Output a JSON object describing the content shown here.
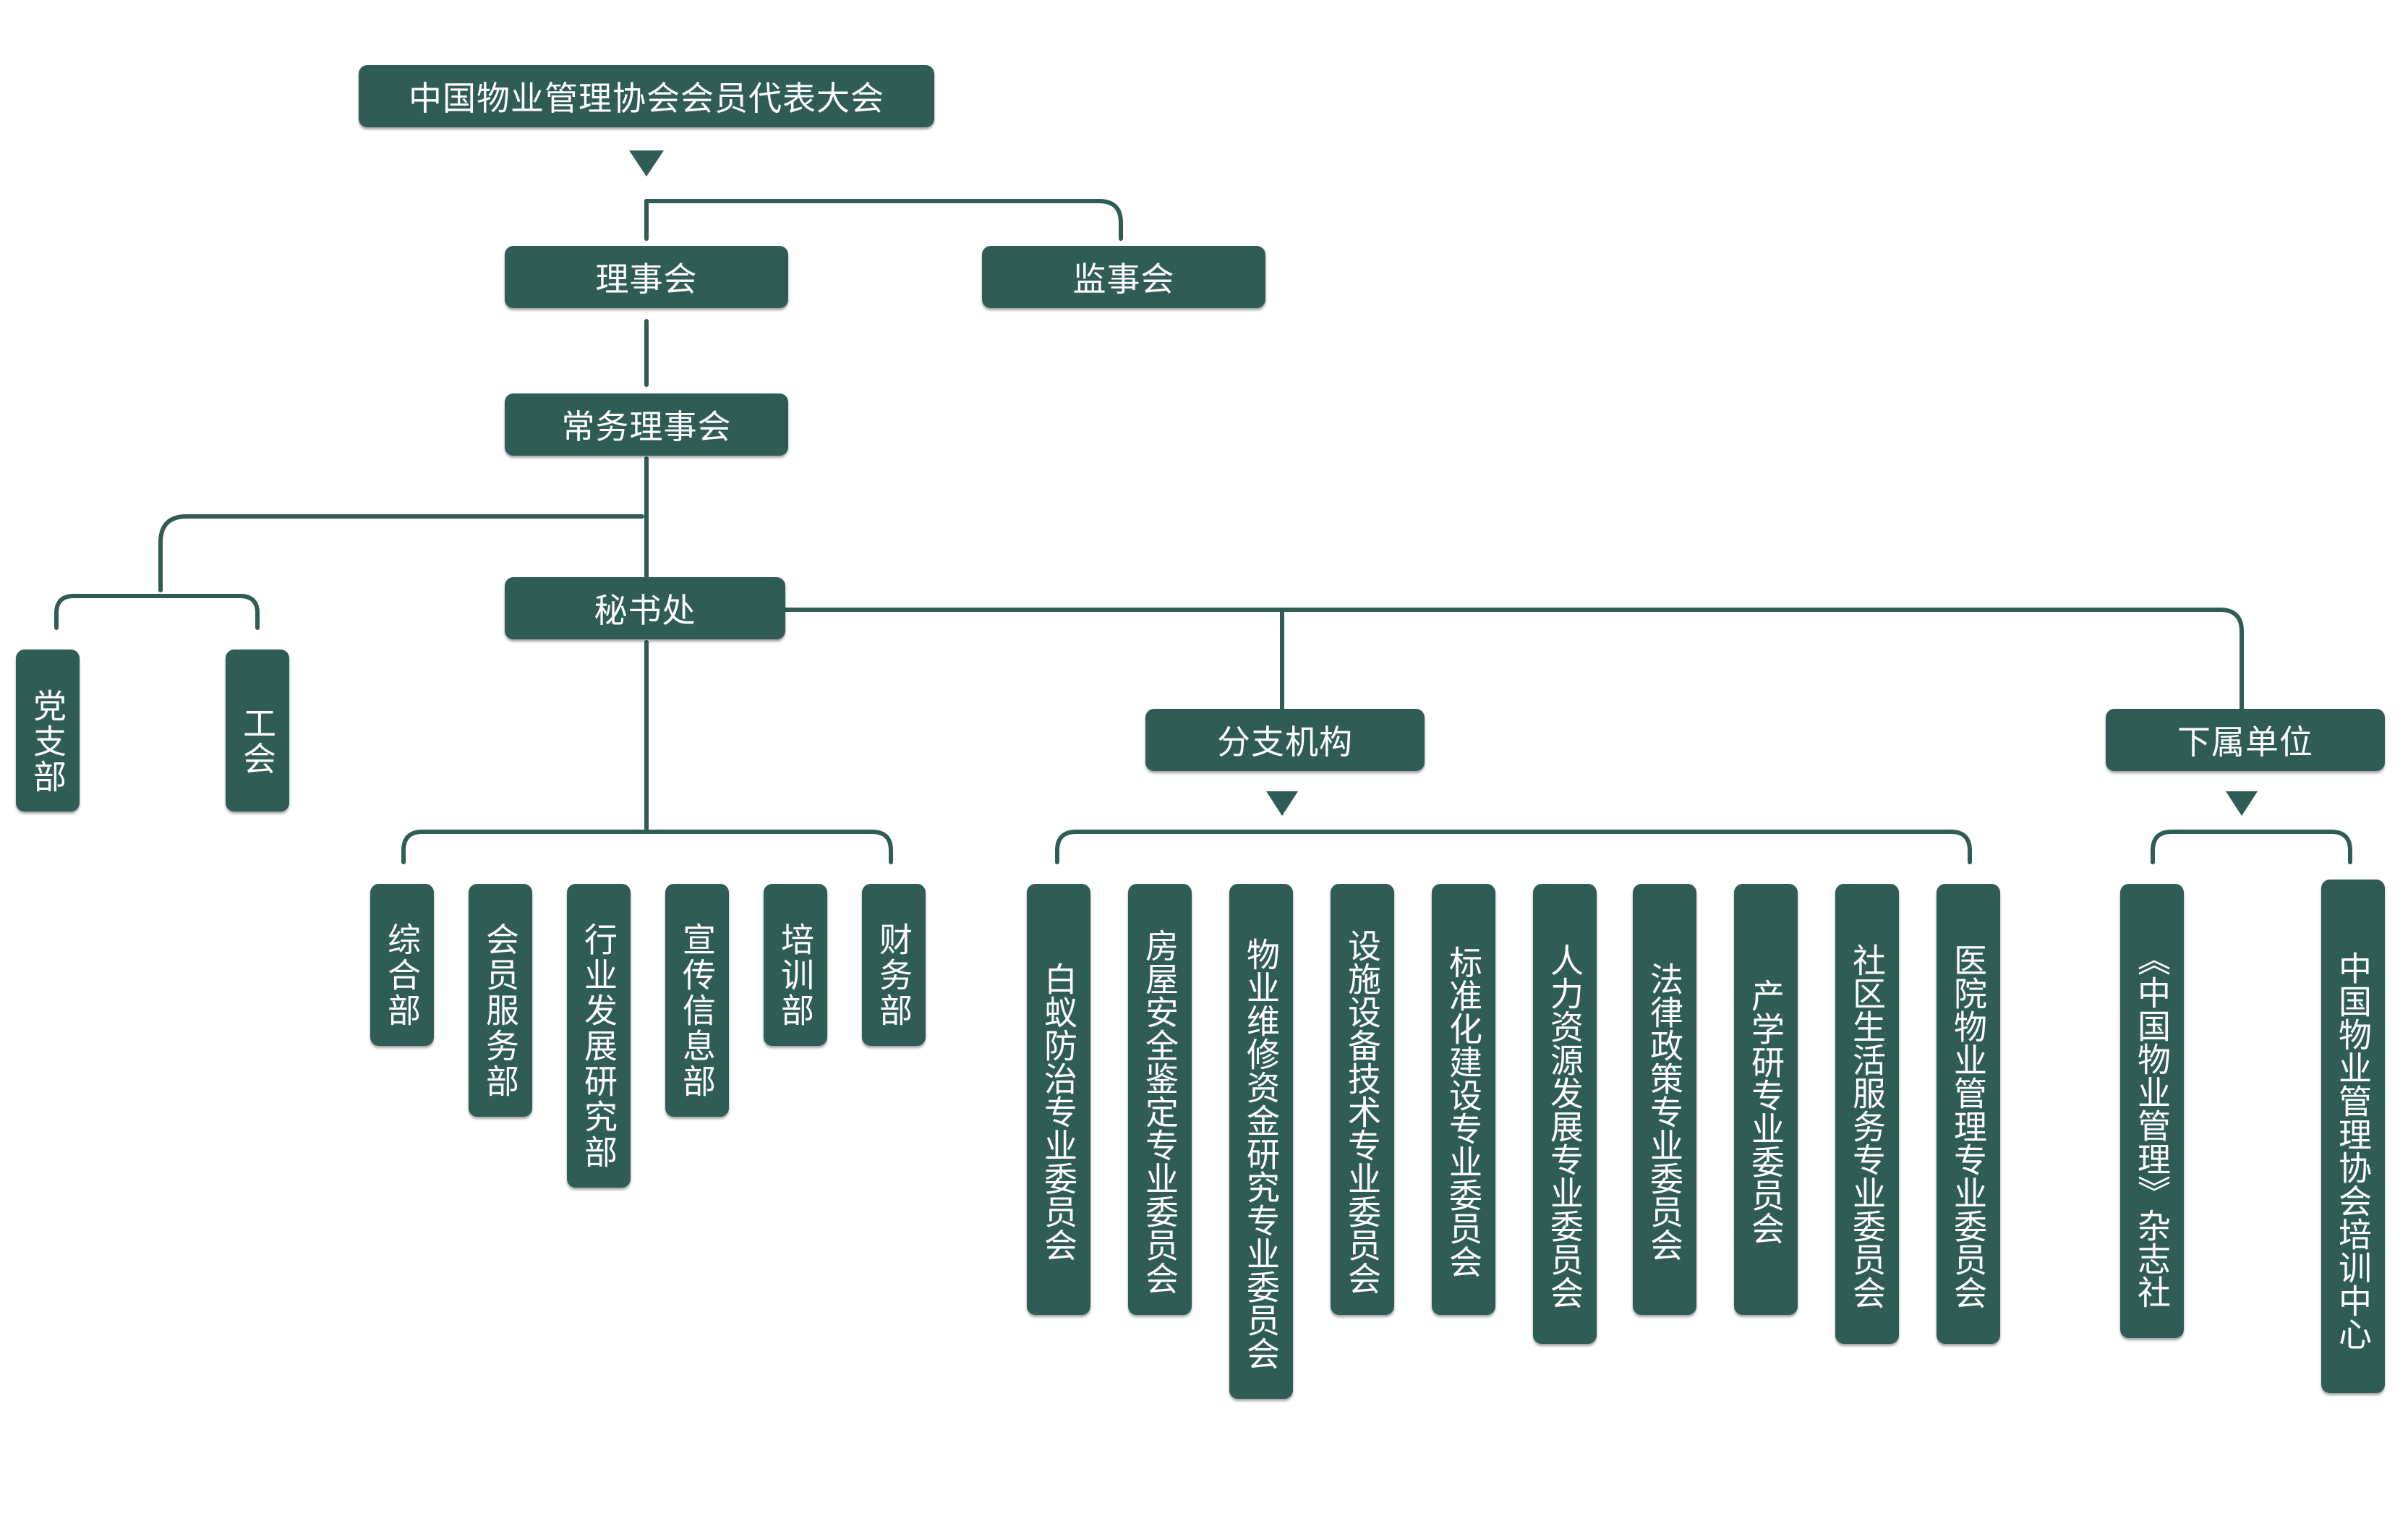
{
  "colors": {
    "box_fill": "#2f5d55",
    "box_text": "#ffffff",
    "connector": "#2f5d55",
    "background": "#ffffff"
  },
  "top": {
    "assembly": "中国物业管理协会会员代表大会",
    "council": "理事会",
    "supervisory": "监事会",
    "standing": "常务理事会",
    "secretariat": "秘书处"
  },
  "party": {
    "party_branch": "党支部",
    "union": "工会"
  },
  "departments": [
    "综合部",
    "会员服务部",
    "行业发展研究部",
    "宣传信息部",
    "培训部",
    "财务部"
  ],
  "branch": {
    "title": "分支机构",
    "committees": [
      "白蚁防治专业委员会",
      "房屋安全鉴定专业委员会",
      "物业维修资金研究专业委员会",
      "设施设备技术专业委员会",
      "标准化建设专业委员会",
      "人力资源发展专业委员会",
      "法律政策专业委员会",
      "产学研专业委员会",
      "社区生活服务专业委员会",
      "医院物业管理专业委员会"
    ]
  },
  "subsidiary": {
    "title": "下属单位",
    "units": [
      "《中国物业管理》杂志社",
      "中国物业管理协会培训中心"
    ]
  }
}
